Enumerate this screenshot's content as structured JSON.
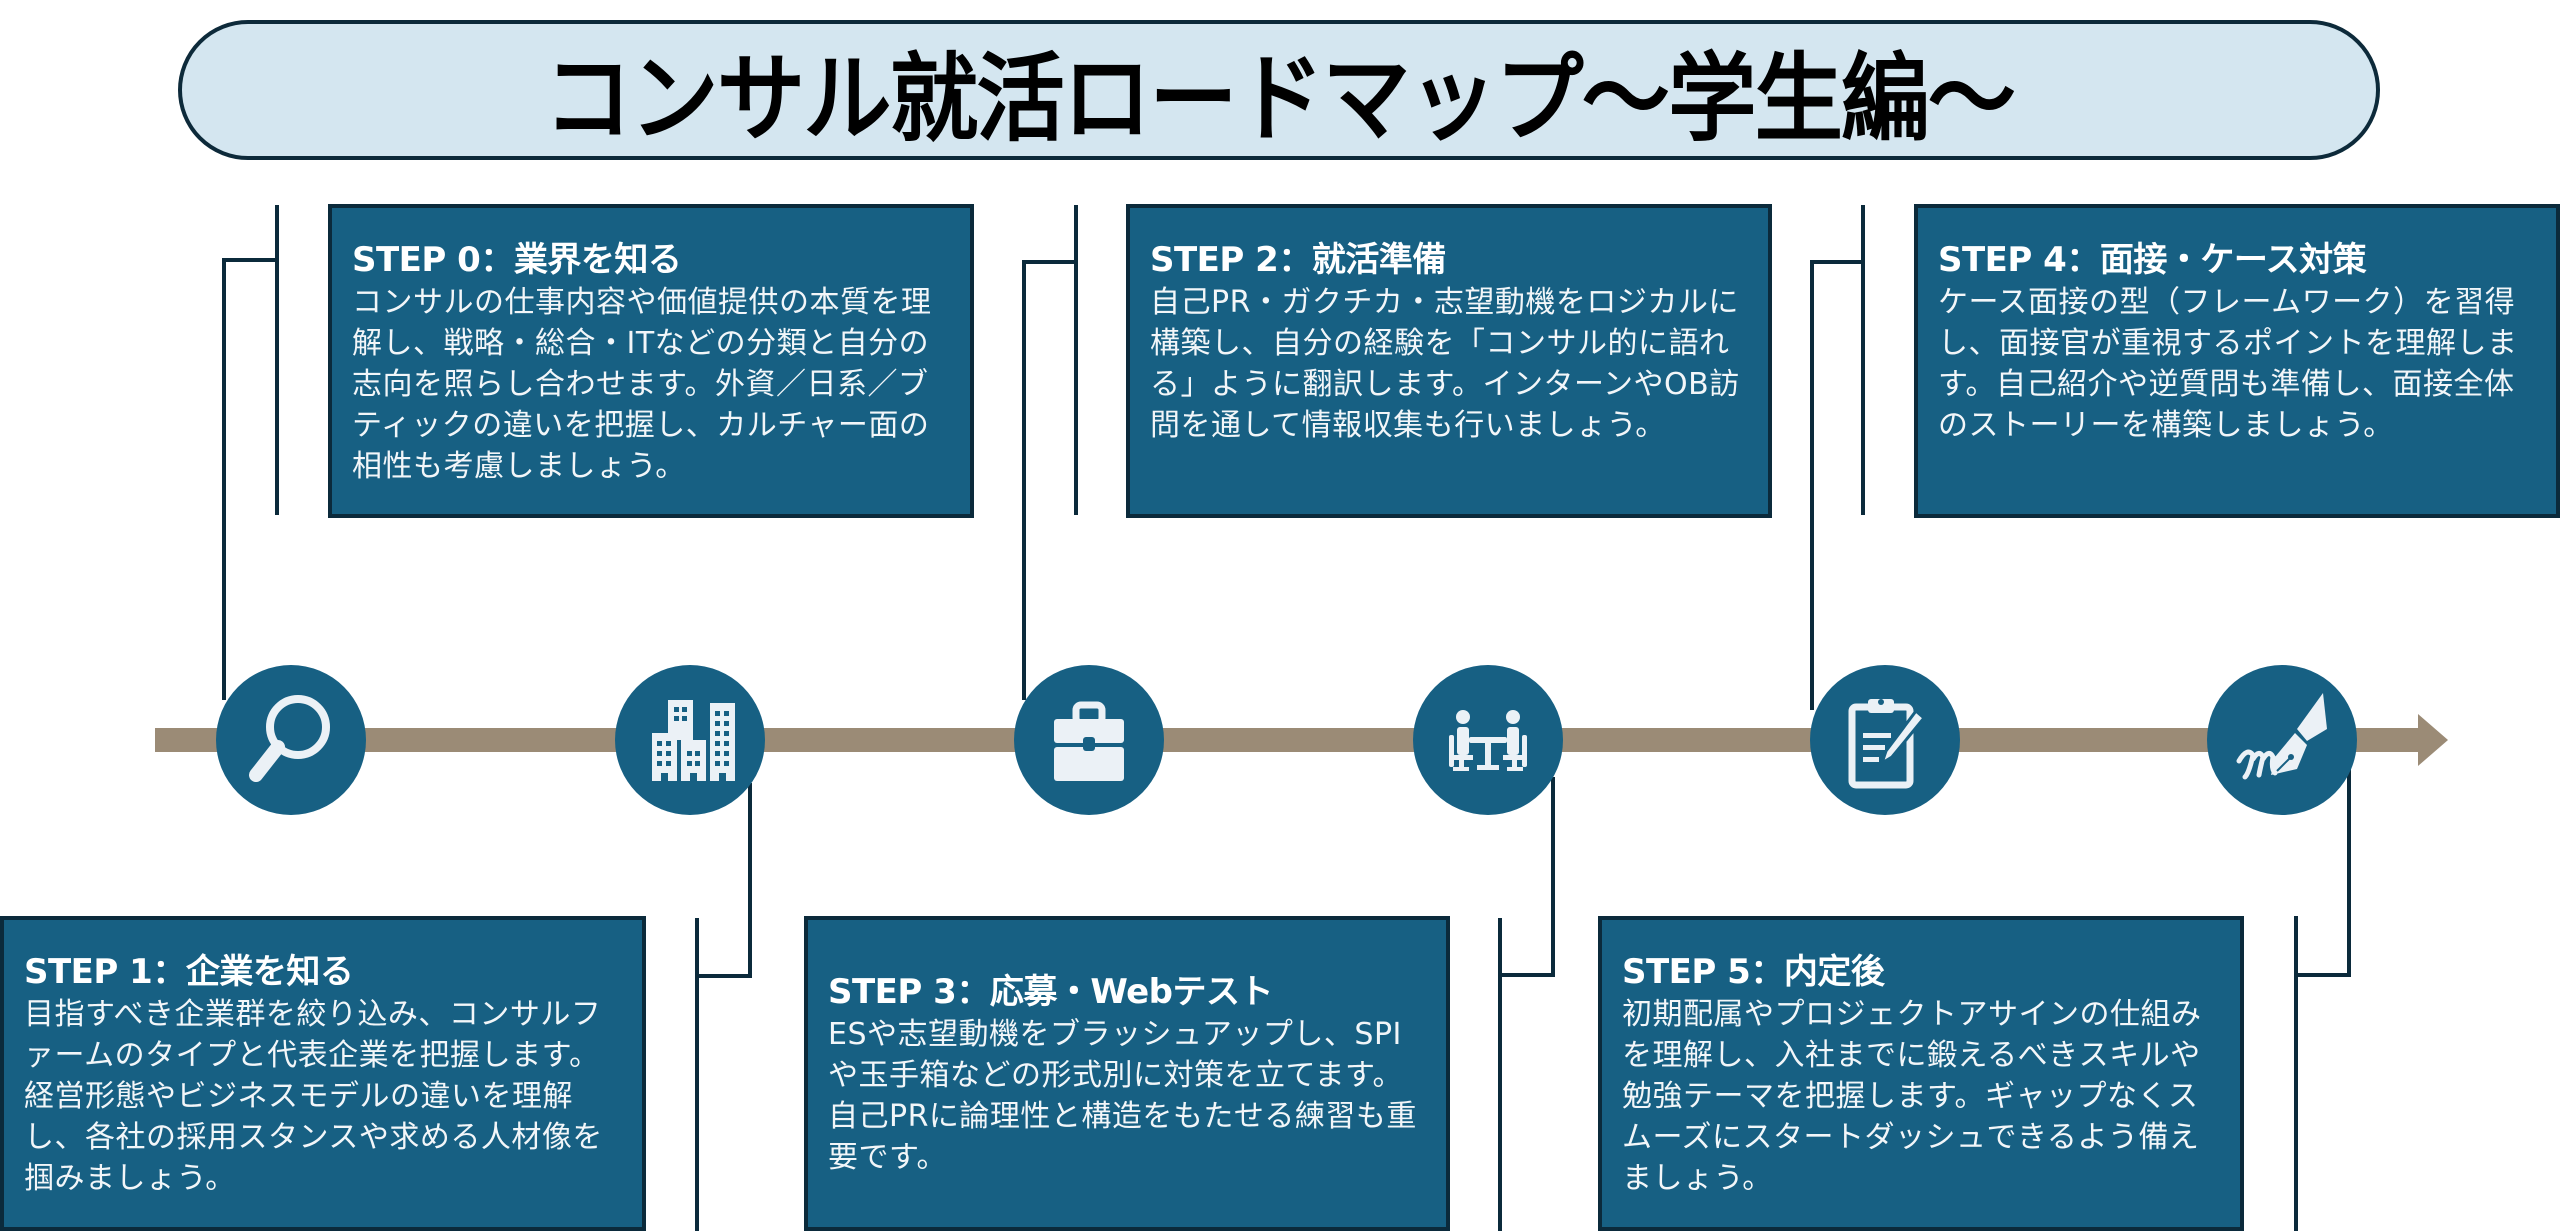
{
  "title": "コンサル就活ロードマップ〜学生編〜",
  "colors": {
    "banner_bg": "#d4e6f0",
    "card_bg": "#176083",
    "border": "#0b2a3b",
    "timeline": "#9b8b76",
    "icon_fg": "#ebf1f6"
  },
  "steps": [
    {
      "title": "STEP 0：業界を知る",
      "body": "コンサルの仕事内容や価値提供の本質を理解し、戦略・総合・ITなどの分類と自分の志向を照らし合わせます。外資／日系／ブティックの違いを把握し、カルチャー面の相性も考慮しましょう。",
      "icon": "magnifier-icon",
      "position": "top"
    },
    {
      "title": "STEP 1：企業を知る",
      "body": "目指すべき企業群を絞り込み、コンサルファームのタイプと代表企業を把握します。経営形態やビジネスモデルの違いを理解し、各社の採用スタンスや求める人材像を掴みましょう。",
      "icon": "buildings-icon",
      "position": "bottom"
    },
    {
      "title": "STEP 2：就活準備",
      "body": "自己PR・ガクチカ・志望動機をロジカルに構築し、自分の経験を「コンサル的に語れる」ように翻訳します。インターンやOB訪問を通して情報収集も行いましょう。",
      "icon": "briefcase-icon",
      "position": "top"
    },
    {
      "title": "STEP 3：応募・Webテスト",
      "body": "ESや志望動機をブラッシュアップし、SPIや玉手箱などの形式別に対策を立てます。自己PRに論理性と構造をもたせる練習も重要です。",
      "icon": "interview-icon",
      "position": "bottom"
    },
    {
      "title": "STEP 4：面接・ケース対策",
      "body": "ケース面接の型（フレームワーク）を習得し、面接官が重視するポイントを理解します。自己紹介や逆質問も準備し、面接全体のストーリーを構築しましょう。",
      "icon": "clipboard-pencil-icon",
      "position": "top"
    },
    {
      "title": "STEP 5：内定後",
      "body": "初期配属やプロジェクトアサインの仕組みを理解し、入社までに鍛えるべきスキルや勉強テーマを把握します。ギャップなくスムーズにスタートダッシュできるよう備えましょう。",
      "icon": "fountain-pen-signature-icon",
      "position": "bottom"
    }
  ]
}
